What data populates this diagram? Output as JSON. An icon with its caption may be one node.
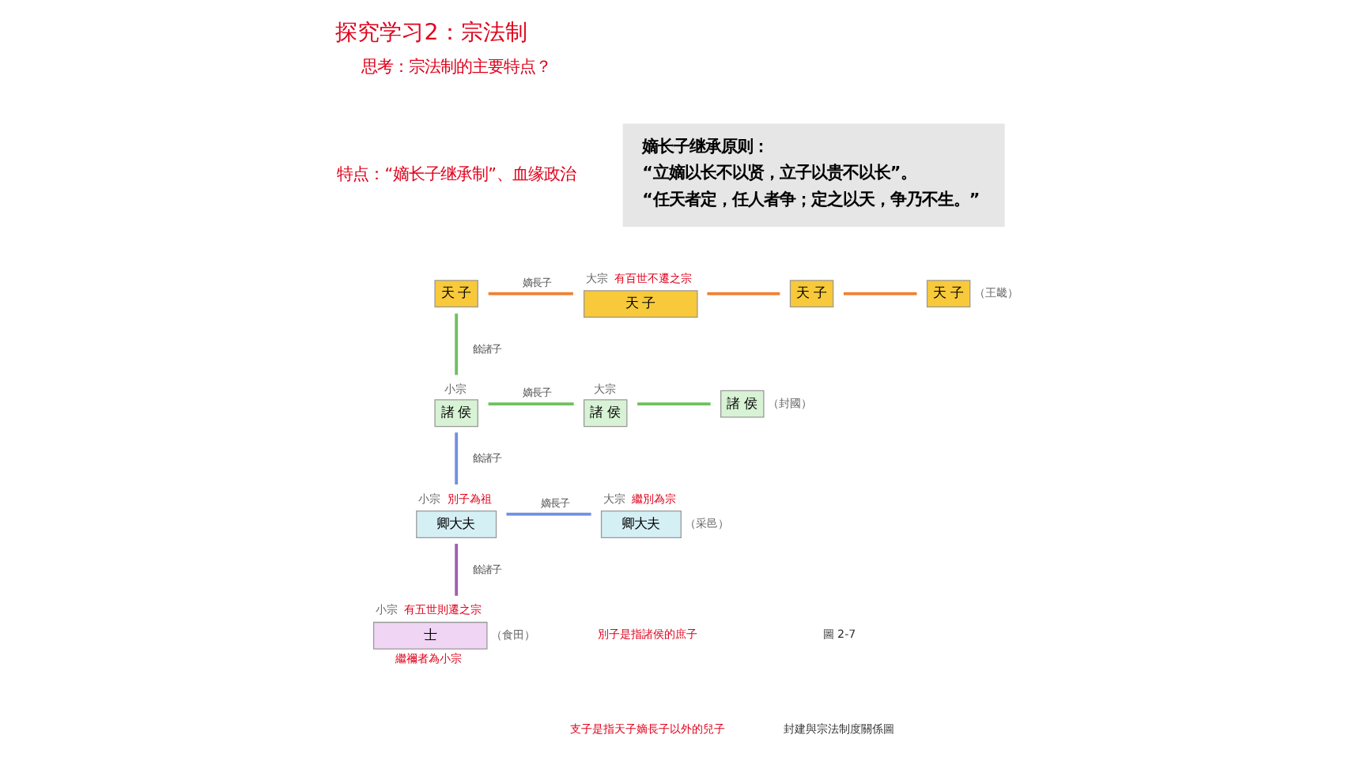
{
  "diagram": {
    "title": "探究学习2：宗法制",
    "nodes": [
      {
        "text": [
          "天 子"
        ]
      },
      {
        "text": [
          "天 子"
        ],
        "beside": [
          "大宗",
          "有百世不遷之宗"
        ]
      },
      {
        "text": [
          "天 子"
        ]
      },
      {
        "text": [
          "天 子"
        ],
        "beside": [
          "（王畿）"
        ]
      },
      {
        "text": [
          "諸 侯"
        ],
        "beside": [
          "小宗"
        ]
      },
      {
        "text": [
          "諸 侯"
        ],
        "beside": [
          "大宗"
        ]
      },
      {
        "text": [
          "諸 侯"
        ],
        "beside": [
          "（封國）"
        ]
      },
      {
        "text": [
          "卿大夫"
        ],
        "beside": [
          "小宗",
          "別子為祖"
        ]
      },
      {
        "text": [
          "卿大夫"
        ],
        "beside": [
          "大宗",
          "繼別為宗",
          "（采邑）"
        ]
      },
      {
        "text": [
          "士"
        ],
        "beside": [
          "小宗",
          "有五世則遷之宗",
          "（食田）",
          "繼禰者為小宗"
        ]
      },
      {
        "text": [
          "嫡长子继承原则：",
          "“立嫡以长不以贤，立子以贵不以长”。",
          "“任天者定，任人者争；定之以天，争乃不生。”"
        ]
      }
    ],
    "edges": [
      {
        "from": 0,
        "to": 1,
        "arrow": "none",
        "label": "嫡長子",
        "color": "#f08030"
      },
      {
        "from": 1,
        "to": 2,
        "arrow": "none",
        "color": "#f08030"
      },
      {
        "from": 2,
        "to": 3,
        "arrow": "none",
        "color": "#f08030"
      },
      {
        "from": 0,
        "to": 4,
        "arrow": "none",
        "label": "餘諸子",
        "color": "#70c060"
      },
      {
        "from": 4,
        "to": 5,
        "arrow": "none",
        "label": "嫡長子",
        "color": "#70c060"
      },
      {
        "from": 5,
        "to": 6,
        "arrow": "none",
        "color": "#70c060"
      },
      {
        "from": 4,
        "to": 7,
        "arrow": "none",
        "label": "餘諸子",
        "color": "#7090e0"
      },
      {
        "from": 7,
        "to": 8,
        "arrow": "none",
        "label": "嫡長子",
        "color": "#7090e0"
      },
      {
        "from": 7,
        "to": 9,
        "arrow": "none",
        "label": "餘諸子",
        "color": "#a060b0"
      }
    ],
    "labels": [
      "思考：宗法制的主要特点？",
      "特点：“嫡长子继承制”、血缘政治",
      "別子是指諸侯的庶子",
      "支子是指天子嫡長子以外的兒子",
      "圖 2-7",
      "封建與宗法制度關係圖"
    ]
  }
}
